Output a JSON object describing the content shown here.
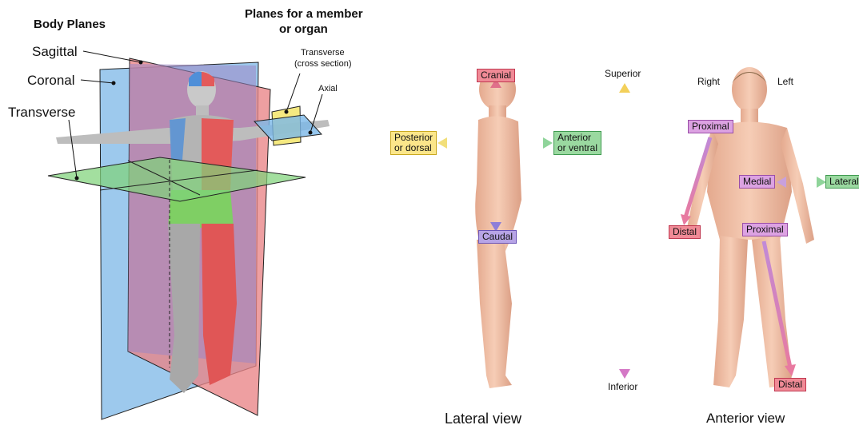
{
  "left_panel": {
    "title": "Body Planes",
    "member_title_line1": "Planes for a member",
    "member_title_line2": "or organ",
    "sagittal": "Sagittal",
    "coronal": "Coronal",
    "transverse": "Transverse",
    "transverse_small_line1": "Transverse",
    "transverse_small_line2": "(cross section)",
    "axial": "Axial"
  },
  "lateral_view": {
    "caption": "Lateral view",
    "cranial": "Cranial",
    "caudal": "Caudal",
    "posterior_line1": "Posterior",
    "posterior_line2": "or dorsal",
    "anterior_line1": "Anterior",
    "anterior_line2": "or ventral"
  },
  "vertical_axis": {
    "superior": "Superior",
    "inferior": "Inferior"
  },
  "anterior_view": {
    "caption": "Anterior view",
    "right": "Right",
    "left": "Left",
    "proximal_arm": "Proximal",
    "distal_arm": "Distal",
    "medial": "Medial",
    "lateral": "Lateral",
    "proximal_leg": "Proximal",
    "distal_leg": "Distal"
  },
  "colors": {
    "sagittal_plane": "#e8777a",
    "coronal_plane": "#7fb6e6",
    "transverse_plane": "#7ccf74",
    "skin": "#f2c0a8",
    "cranial_caudal_arrow": "#d26a8a",
    "anterior_posterior_arrow": "#e8d46a",
    "superior_inferior_top": "#f3c95a",
    "superior_inferior_bottom": "#d77bc8"
  }
}
